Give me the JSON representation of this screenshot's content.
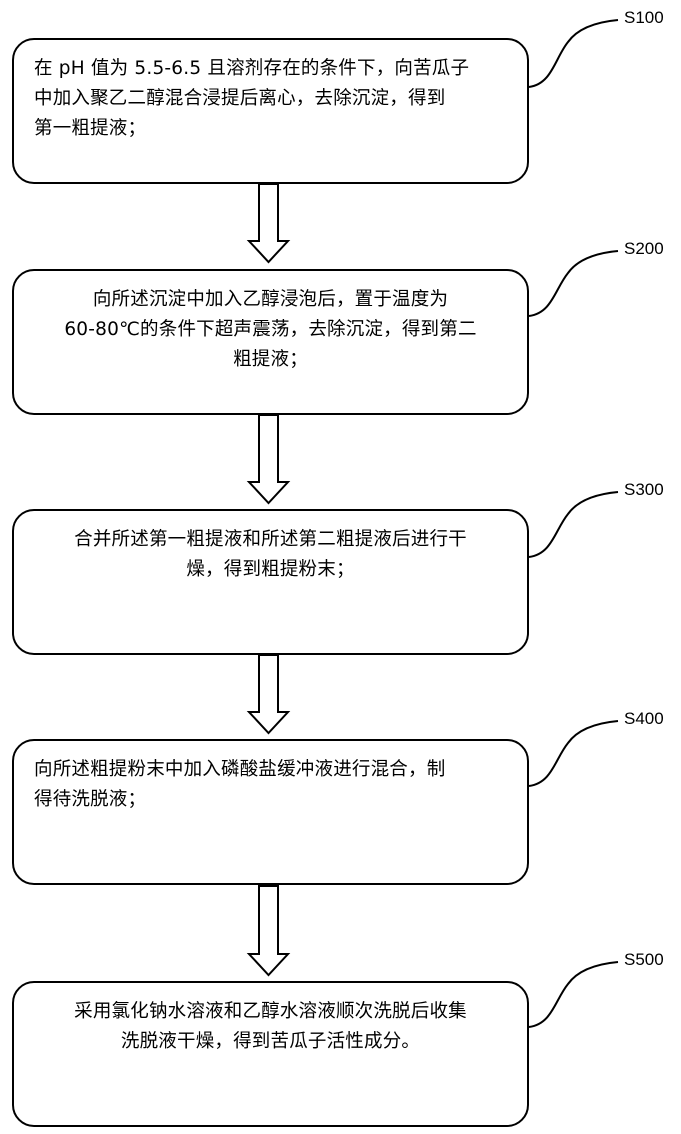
{
  "steps": [
    {
      "id": "S100",
      "text": "在 pH 值为 5.5-6.5 且溶剂存在的条件下，向苦瓜子\n中加入聚乙二醇混合浸提后离心，去除沉淀，得到\n第一粗提液；"
    },
    {
      "id": "S200",
      "text": "向所述沉淀中加入乙醇浸泡后，置于温度为\n60-80℃的条件下超声震荡，去除沉淀，得到第二\n粗提液；"
    },
    {
      "id": "S300",
      "text": "合并所述第一粗提液和所述第二粗提液后进行干\n燥，得到粗提粉末；"
    },
    {
      "id": "S400",
      "text": "向所述粗提粉末中加入磷酸盐缓冲液进行混合，制\n得待洗脱液；"
    },
    {
      "id": "S500",
      "text": "采用氯化钠水溶液和乙醇水溶液顺次洗脱后收集\n洗脱液干燥，得到苦瓜子活性成分。"
    }
  ]
}
